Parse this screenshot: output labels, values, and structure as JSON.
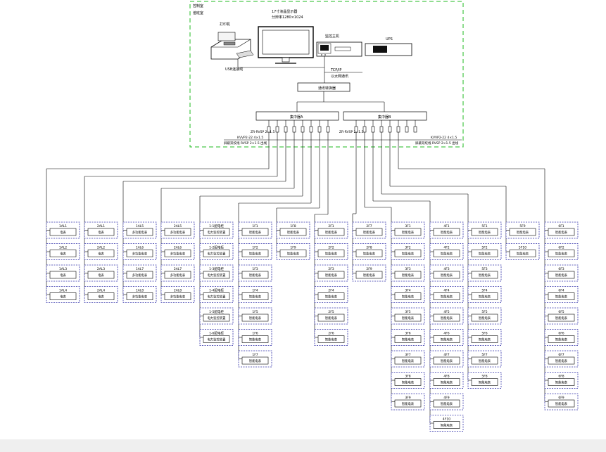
{
  "control_room": {
    "label_line1": "控制室",
    "label_line2": "值班室",
    "printer": "打印机",
    "monitor_line1": "17寸液晶显示器",
    "monitor_line2": "分辨率1280×1024",
    "host": "监控主机",
    "ups": "UPS",
    "usb_cable": "USB连接线",
    "tcpip_line1": "TCP/IP",
    "tcpip_line2": "以太网通讯",
    "converter": "通讯转换器"
  },
  "hubs": [
    {
      "name": "集中器A",
      "bus_spec": "ZR-RVSP 2×1.5",
      "side_label": "KVVP2-22 4×1.5",
      "cable_label": "屏蔽双绞线 RVSP 2×1.5 出线"
    },
    {
      "name": "集中器B",
      "bus_spec": "ZR-RVSP 2×1.5",
      "side_label": "KVVP2-22 4×1.5",
      "cable_label": "屏蔽双绞线 RVSP 2×1.5 出线"
    }
  ],
  "columns": [
    [
      "1AL1",
      "1AL2",
      "1AL3",
      "1AL4"
    ],
    [
      "2AL1",
      "2AL2",
      "2AL3",
      "2AL4"
    ],
    [
      "1AL5",
      "1AL6",
      "1AL7",
      "1AL8"
    ],
    [
      "2AL5",
      "2AL6",
      "2AL7",
      "2AL8"
    ],
    [
      "1-1配电柜",
      "1-2配电柜",
      "1-3配电柜",
      "1-4配电柜",
      "1-5配电柜",
      "1-6配电柜"
    ],
    [
      "1F1",
      "1F2",
      "1F3",
      "1F4",
      "1F5",
      "1F6",
      "1F7"
    ],
    [
      "1F8",
      "1F9"
    ],
    [
      "2F1",
      "2F2",
      "2F3",
      "2F4",
      "2F5",
      "2F6"
    ],
    [
      "2F7",
      "2F8",
      "2F9"
    ],
    [
      "3F1",
      "3F2",
      "3F3",
      "3F4",
      "3F5",
      "3F6",
      "3F7",
      "3F8",
      "3F9"
    ],
    [
      "4F1",
      "4F2",
      "4F3",
      "4F4",
      "4F5",
      "4F6",
      "4F7",
      "4F8",
      "4F9",
      "4F10"
    ],
    [
      "5F1",
      "5F2",
      "5F3",
      "5F4",
      "5F5",
      "5F6",
      "5F7",
      "5F8"
    ],
    [
      "5F9",
      "5F10"
    ],
    [
      "6F1",
      "6F2",
      "6F3",
      "6F4",
      "6F5",
      "6F6",
      "6F7",
      "6F8",
      "6F9"
    ]
  ],
  "module_labels": {
    "type_a": "电表",
    "type_b": "多功能电表",
    "type_c": "智能电表",
    "cabinet": "电力监控装置"
  },
  "colors": {
    "boundary": "#22bb22",
    "module_border": "#3333aa",
    "line": "#000000"
  }
}
